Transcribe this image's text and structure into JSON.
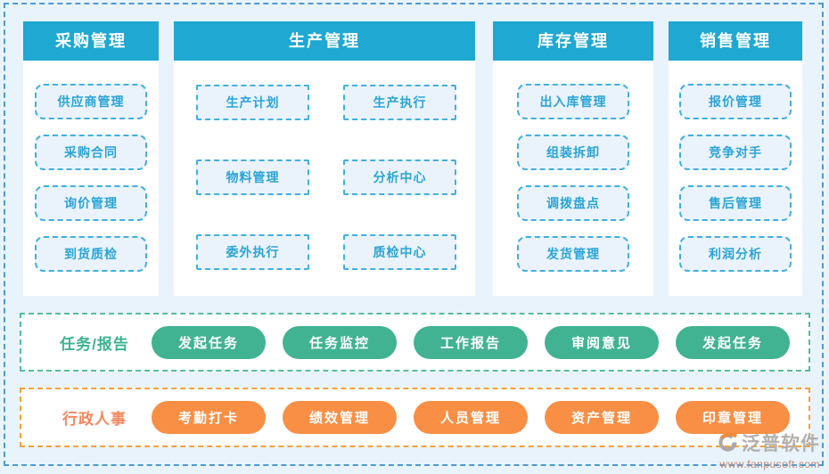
{
  "colors": {
    "page_background": "#e9f3fb",
    "outer_border": "#4d9ad2",
    "panel_header": "#1fa8d1",
    "item_border": "#41afdf",
    "item_background": "#eaf3fc",
    "item_text": "#2aa4d6",
    "task_green": "#41b392",
    "hr_orange": "#f88f45",
    "hr_label": "#f5875f",
    "watermark_name": "#b2afac",
    "watermark_url": "#c18d7c"
  },
  "modules": [
    {
      "title": "采购管理",
      "layout": "single",
      "items": [
        "供应商管理",
        "采购合同",
        "询价管理",
        "到货质检"
      ]
    },
    {
      "title": "生产管理",
      "layout": "double",
      "items": [
        "生产计划",
        "生产执行",
        "物料管理",
        "分析中心",
        "委外执行",
        "质检中心"
      ]
    },
    {
      "title": "库存管理",
      "layout": "single",
      "items": [
        "出入库管理",
        "组装拆卸",
        "调拨盘点",
        "发货管理"
      ]
    },
    {
      "title": "销售管理",
      "layout": "single",
      "items": [
        "报价管理",
        "竞争对手",
        "售后管理",
        "利润分析"
      ]
    }
  ],
  "task_row": {
    "label": "任务/报告",
    "buttons": [
      "发起任务",
      "任务监控",
      "工作报告",
      "审阅意见",
      "发起任务"
    ]
  },
  "hr_row": {
    "label": "行政人事",
    "buttons": [
      "考勤打卡",
      "绩效管理",
      "人员管理",
      "资产管理",
      "印章管理"
    ]
  },
  "watermark": {
    "name": "泛普软件",
    "url": "www.fanpusoft.com"
  }
}
